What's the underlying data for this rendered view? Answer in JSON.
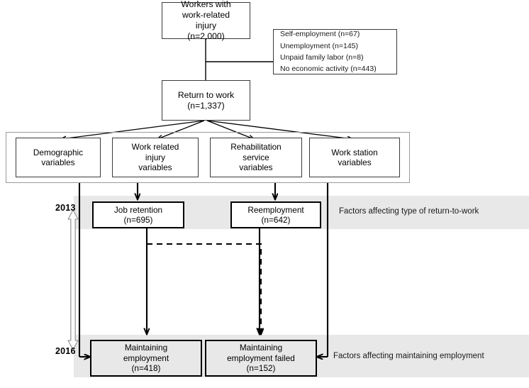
{
  "figure": {
    "type": "flowchart",
    "title": "Study participant flow diagram of work-related injury cohort",
    "colors": {
      "band_fill": "#e8e8e8",
      "box_fill_shaded": "#e8e8e8",
      "box_fill_plain": "#ffffff",
      "stroke": "#000000",
      "group_stroke": "#9a9a9a"
    }
  },
  "nodes": {
    "source": {
      "label": "Workers with\nwork-related\ninjury\n(n=2,000)",
      "n": 2000
    },
    "return_to_work": {
      "label": "Return to work\n(n=1,337)",
      "n": 1337
    },
    "job_retention": {
      "label": "Job retention\n(n=695)",
      "n": 695
    },
    "reemployment": {
      "label": "Reemployment\n(n=642)",
      "n": 642
    },
    "maintaining_employment": {
      "label": "Maintaining\nemployment\n(n=418)",
      "n": 418
    },
    "maintaining_employment_failed": {
      "label": "Maintaining\nemployment failed\n(n=152)",
      "n": 152
    }
  },
  "exclusions": {
    "items": [
      "Self-employment (n=67)",
      "Unemployment (n=145)",
      "Unpaid family labor (n=8)",
      "No economic activity (n=443)"
    ]
  },
  "variable_boxes": [
    {
      "label": "Demographic\nvariables"
    },
    {
      "label": "Work related\ninjury\nvariables"
    },
    {
      "label": "Rehabilitation\nservice\nvariables"
    },
    {
      "label": "Work station\nvariables"
    }
  ],
  "years": {
    "upper": "2013",
    "lower": "2016"
  },
  "band_notes": {
    "upper": "Factors affecting type of return-to-work",
    "lower": "Factors affecting  maintaining  employment"
  }
}
